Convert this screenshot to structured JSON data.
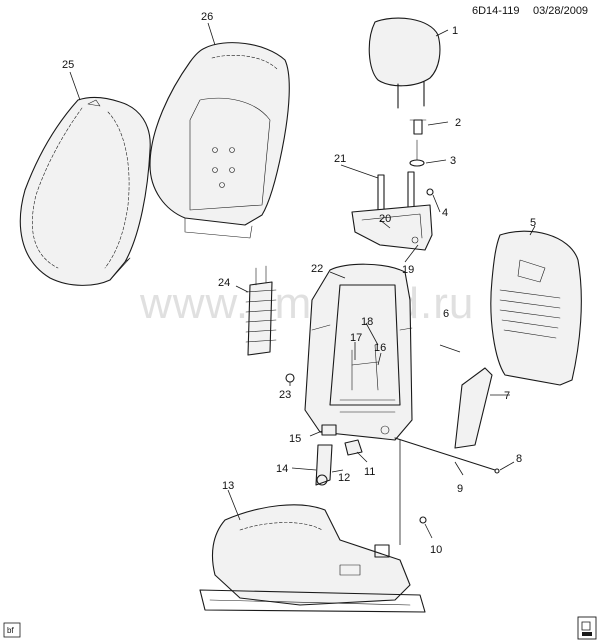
{
  "header": {
    "code": "6D14-119",
    "date": "03/28/2009"
  },
  "watermark": "www.umsklad.ru",
  "corner_tag": "bf",
  "callouts": [
    "1",
    "2",
    "3",
    "4",
    "5",
    "6",
    "7",
    "8",
    "9",
    "10",
    "11",
    "12",
    "13",
    "14",
    "15",
    "16",
    "17",
    "18",
    "19",
    "20",
    "21",
    "22",
    "23",
    "24",
    "25",
    "26"
  ],
  "colors": {
    "line": "#1a1a1a",
    "background": "#ffffff",
    "watermark": "#c8c8c8"
  },
  "icons": {
    "corner_logo": "seat-logo-icon"
  }
}
